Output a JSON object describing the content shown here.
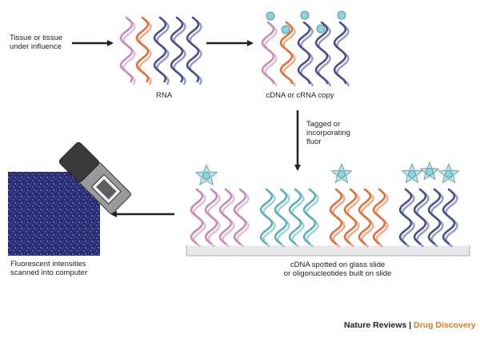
{
  "labels": {
    "tissue": "Tissue or tissue\nunder influence",
    "rna": "RNA",
    "cdna_copy": "cDNA or cRNA copy",
    "tagged": "Tagged or\nincorporating\nfluor",
    "slide": "cDNA spotted on glass slide\nor oligonucleotides built on slide",
    "scanned": "Fluorescent intensities\nscanned into computer"
  },
  "credit": {
    "journal": "Nature Reviews",
    "separator": " | ",
    "section": "Drug Discovery"
  },
  "colors": {
    "pink_strand": "#c98ab8",
    "orange_strand": "#e0703a",
    "navy_strand": "#4a4f8e",
    "teal_strand": "#5bb0b8",
    "tag_bead": "#8ed2da",
    "fluor_star": "#a7d8e2",
    "scan_background": "#2a2a72",
    "accent_orange": "#e07a20"
  },
  "icons": [
    "arrow-right-icon",
    "arrow-down-icon",
    "arrow-left-icon",
    "scanner-icon",
    "fluor-star-icon",
    "tag-bead-icon"
  ]
}
